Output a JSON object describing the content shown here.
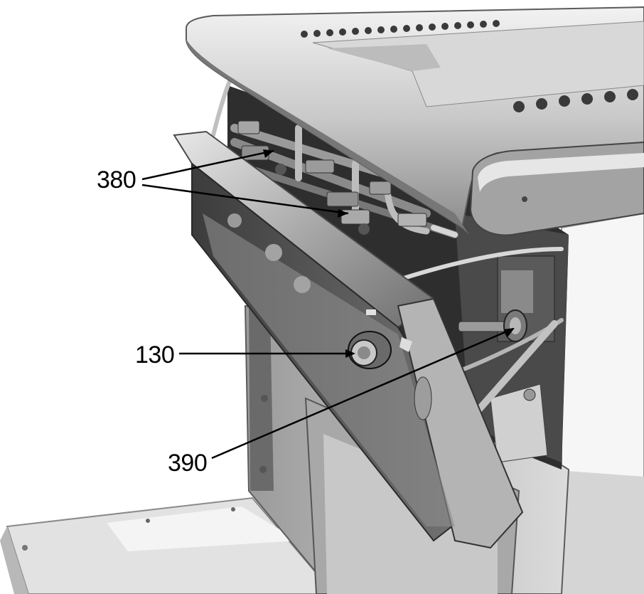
{
  "figure": {
    "callouts": {
      "c380": "380",
      "c130": "130",
      "c390": "390"
    }
  }
}
